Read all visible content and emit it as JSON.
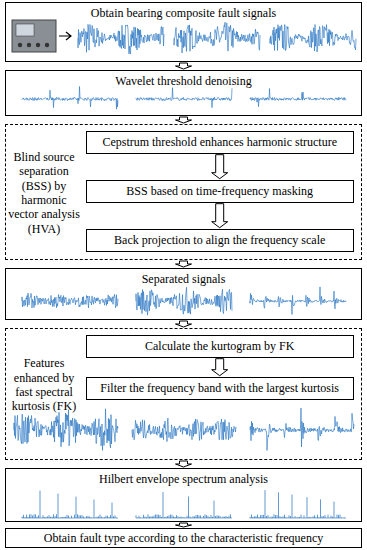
{
  "diagram": {
    "nodes": [
      {
        "text": [
          "Obtain bearing composite fault signals"
        ]
      },
      {
        "text": [
          "Wavelet threshold denoising"
        ]
      },
      {
        "text": [
          "Blind source separation (BSS) by harmonic vector analysis (HVA)"
        ]
      },
      {
        "text": [
          "Cepstrum threshold enhances harmonic structure"
        ],
        "in": 2
      },
      {
        "text": [
          "BSS based on time-frequency masking"
        ],
        "in": 2
      },
      {
        "text": [
          "Back projection to align the frequency scale"
        ],
        "in": 2
      },
      {
        "text": [
          "Separated signals"
        ]
      },
      {
        "text": [
          "Features enhanced by fast spectral kurtosis (FK)"
        ]
      },
      {
        "text": [
          "Calculate the kurtogram by FK"
        ],
        "in": 7
      },
      {
        "text": [
          "Filter the frequency band with the largest kurtosis"
        ],
        "in": 7
      },
      {
        "text": [
          "Hilbert envelope spectrum analysis"
        ]
      },
      {
        "text": [
          "Obtain fault type according to the characteristic frequency"
        ]
      }
    ],
    "edges": [
      {
        "from": 0,
        "to": 1,
        "arrow": "to"
      },
      {
        "from": 1,
        "to": 2,
        "arrow": "to"
      },
      {
        "from": 3,
        "to": 4,
        "arrow": "to"
      },
      {
        "from": 4,
        "to": 5,
        "arrow": "to"
      },
      {
        "from": 2,
        "to": 6,
        "arrow": "to"
      },
      {
        "from": 6,
        "to": 7,
        "arrow": "to"
      },
      {
        "from": 8,
        "to": 9,
        "arrow": "to"
      },
      {
        "from": 7,
        "to": 10,
        "arrow": "to"
      },
      {
        "from": 10,
        "to": 11,
        "arrow": "to"
      }
    ]
  }
}
